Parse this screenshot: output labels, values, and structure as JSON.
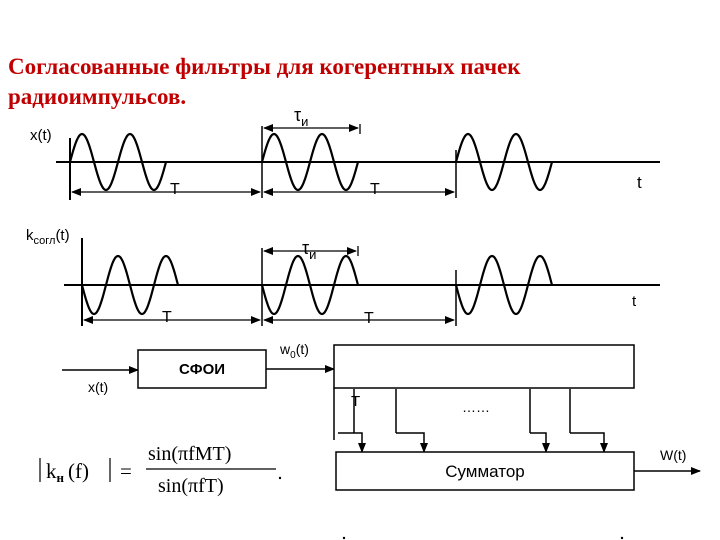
{
  "slide": {
    "title": "Согласованные фильтры для когерентных пачек радиоимпульсов.",
    "colors": {
      "title": "#c00000",
      "line": "#000000"
    }
  },
  "signal_plot": {
    "y_label": "x(t)",
    "x_label": "t",
    "tau_label": "τ",
    "tau_sub": "и",
    "period_label_1": "T",
    "period_label_2": "T"
  },
  "filter_plot": {
    "y_label": "k",
    "y_sub": "согл",
    "y_suffix": "(t)",
    "x_label": "t",
    "tau_label": "τ",
    "tau_sub": "и",
    "period_label_1": "T",
    "period_label_2": "T"
  },
  "block_diagram": {
    "input_label": "x(t)",
    "sfoi_label": "СФОИ",
    "w0_label": "w",
    "w0_sub": "0",
    "w0_suffix": "(t)",
    "delay_label": "T",
    "dots_label": "……",
    "adder_label": "Сумматор",
    "output_label": "W(t)"
  },
  "formula": {
    "lhs_k": "k",
    "lhs_sub": "н",
    "lhs_arg": "(f)",
    "equals": "=",
    "numerator": "sin(πfMT)",
    "denominator": "sin(πfT)"
  }
}
